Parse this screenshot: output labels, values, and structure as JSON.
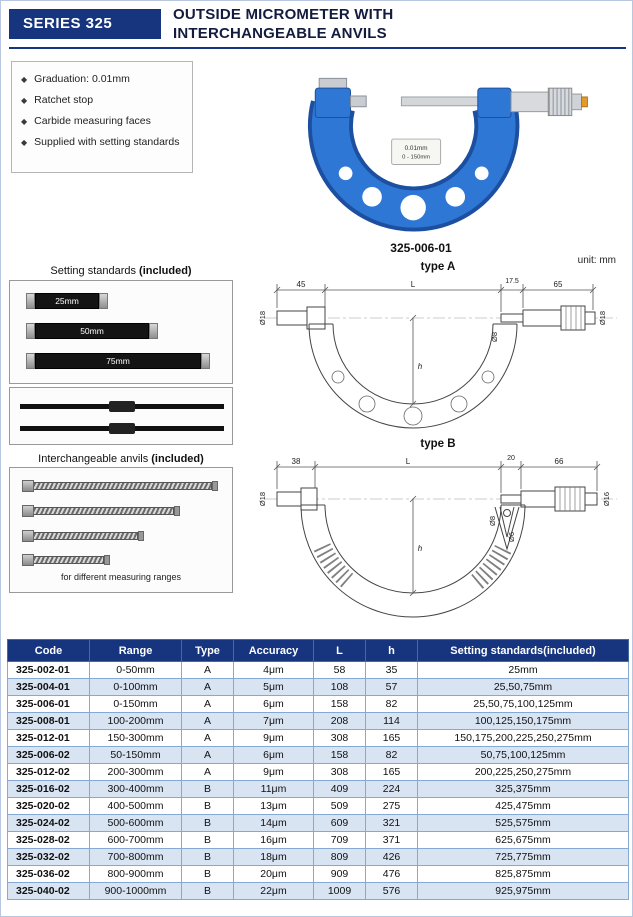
{
  "page": {
    "series": "SERIES 325",
    "title_line1": "OUTSIDE MICROMETER WITH",
    "title_line2": "INTERCHANGEABLE ANVILS",
    "unit_note": "unit: mm"
  },
  "icons": {
    "bullet": "◆"
  },
  "features": [
    "Graduation: 0.01mm",
    "Ratchet stop",
    "Carbide measuring faces",
    "Supplied with setting standards"
  ],
  "product": {
    "model": "325-006-01",
    "plate_line1": "0.01mm",
    "plate_line2": "0 - 150mm"
  },
  "setting_standards": {
    "title": "Setting standards",
    "included": "(included)",
    "rods": [
      "25mm",
      "50mm",
      "75mm"
    ]
  },
  "anvils": {
    "title": "Interchangeable anvils",
    "included": "(included)",
    "caption": "for different measuring ranges"
  },
  "diagrams": {
    "type_a": {
      "label": "type A",
      "dim_left": "45",
      "dim_l": "L",
      "dim_mid": "17.5",
      "dim_right": "65",
      "dia_left": "Ø18",
      "dia_spindle": "Ø8",
      "dia_right": "Ø18",
      "dim_h": "h"
    },
    "type_b": {
      "label": "type B",
      "dim_left": "38",
      "dim_l": "L",
      "dim_mid": "20",
      "dim_right": "66",
      "dia_left": "Ø18",
      "dia_spindle": "Ø8",
      "dia_small": "Ø6",
      "dia_right": "Ø16",
      "dim_h": "h"
    }
  },
  "table": {
    "headers": [
      "Code",
      "Range",
      "Type",
      "Accuracy",
      "L",
      "h",
      "Setting standards(included)"
    ],
    "rows": [
      [
        "325-002-01",
        "0-50mm",
        "A",
        "4μm",
        "58",
        "35",
        "25mm"
      ],
      [
        "325-004-01",
        "0-100mm",
        "A",
        "5μm",
        "108",
        "57",
        "25,50,75mm"
      ],
      [
        "325-006-01",
        "0-150mm",
        "A",
        "6μm",
        "158",
        "82",
        "25,50,75,100,125mm"
      ],
      [
        "325-008-01",
        "100-200mm",
        "A",
        "7μm",
        "208",
        "114",
        "100,125,150,175mm"
      ],
      [
        "325-012-01",
        "150-300mm",
        "A",
        "9μm",
        "308",
        "165",
        "150,175,200,225,250,275mm"
      ],
      [
        "325-006-02",
        "50-150mm",
        "A",
        "6μm",
        "158",
        "82",
        "50,75,100,125mm"
      ],
      [
        "325-012-02",
        "200-300mm",
        "A",
        "9μm",
        "308",
        "165",
        "200,225,250,275mm"
      ],
      [
        "325-016-02",
        "300-400mm",
        "B",
        "11μm",
        "409",
        "224",
        "325,375mm"
      ],
      [
        "325-020-02",
        "400-500mm",
        "B",
        "13μm",
        "509",
        "275",
        "425,475mm"
      ],
      [
        "325-024-02",
        "500-600mm",
        "B",
        "14μm",
        "609",
        "321",
        "525,575mm"
      ],
      [
        "325-028-02",
        "600-700mm",
        "B",
        "16μm",
        "709",
        "371",
        "625,675mm"
      ],
      [
        "325-032-02",
        "700-800mm",
        "B",
        "18μm",
        "809",
        "426",
        "725,775mm"
      ],
      [
        "325-036-02",
        "800-900mm",
        "B",
        "20μm",
        "909",
        "476",
        "825,875mm"
      ],
      [
        "325-040-02",
        "900-1000mm",
        "B",
        "22μm",
        "1009",
        "576",
        "925,975mm"
      ]
    ]
  },
  "colors": {
    "brand_blue": "#16357e",
    "frame_blue": "#2e77d4",
    "row_alt": "#d9e4f3"
  }
}
